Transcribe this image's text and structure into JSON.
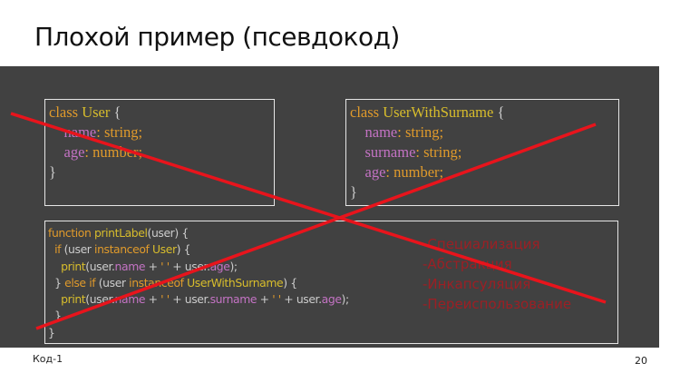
{
  "slide": {
    "title": "Плохой пример (псевдокод)",
    "footer_label": "Код-1",
    "page_number": "20"
  },
  "code_user": [
    [
      [
        "kw",
        "class "
      ],
      [
        "ty",
        "User "
      ],
      [
        "pl",
        "{"
      ]
    ],
    [
      [
        "pl",
        "    "
      ],
      [
        "pr",
        "name"
      ],
      [
        "kw",
        ": string;"
      ]
    ],
    [
      [
        "pl",
        "    "
      ],
      [
        "pr",
        "age"
      ],
      [
        "kw",
        ": number;"
      ]
    ],
    [
      [
        "pl",
        "}"
      ]
    ]
  ],
  "code_user_with_surname": [
    [
      [
        "kw",
        "class "
      ],
      [
        "ty",
        "UserWithSurname "
      ],
      [
        "pl",
        "{"
      ]
    ],
    [
      [
        "pl",
        "    "
      ],
      [
        "pr",
        "name"
      ],
      [
        "kw",
        ": string;"
      ]
    ],
    [
      [
        "pl",
        "    "
      ],
      [
        "pr",
        "surname"
      ],
      [
        "kw",
        ": string;"
      ]
    ],
    [
      [
        "pl",
        "    "
      ],
      [
        "pr",
        "age"
      ],
      [
        "kw",
        ": number;"
      ]
    ],
    [
      [
        "pl",
        "}"
      ]
    ]
  ],
  "code_function": [
    [
      [
        "kw",
        "function "
      ],
      [
        "ty",
        "printLabel"
      ],
      [
        "pl",
        "(user) {"
      ]
    ],
    [
      [
        "pl",
        "  "
      ],
      [
        "kw",
        "if "
      ],
      [
        "pl",
        "(user "
      ],
      [
        "kw",
        "instanceof "
      ],
      [
        "ty",
        "User"
      ],
      [
        "pl",
        ") {"
      ]
    ],
    [
      [
        "pl",
        "    "
      ],
      [
        "ty",
        "print"
      ],
      [
        "pl",
        "(user."
      ],
      [
        "pr",
        "name"
      ],
      [
        "pl",
        " + "
      ],
      [
        "st",
        "' '"
      ],
      [
        "pl",
        " + user."
      ],
      [
        "pr",
        "age"
      ],
      [
        "pl",
        ");"
      ]
    ],
    [
      [
        "pl",
        "  } "
      ],
      [
        "kw",
        "else if "
      ],
      [
        "pl",
        "(user "
      ],
      [
        "kw",
        "instanceof "
      ],
      [
        "ty",
        "UserWithSurname"
      ],
      [
        "pl",
        ") {"
      ]
    ],
    [
      [
        "pl",
        "    "
      ],
      [
        "ty",
        "print"
      ],
      [
        "pl",
        "(user."
      ],
      [
        "pr",
        "name"
      ],
      [
        "pl",
        " + "
      ],
      [
        "st",
        "' '"
      ],
      [
        "pl",
        " + user."
      ],
      [
        "pr",
        "surname"
      ],
      [
        "pl",
        " + "
      ],
      [
        "st",
        "' '"
      ],
      [
        "pl",
        " + user."
      ],
      [
        "pr",
        "age"
      ],
      [
        "pl",
        ");"
      ]
    ],
    [
      [
        "pl",
        "  }"
      ]
    ],
    [
      [
        "pl",
        "}"
      ]
    ]
  ],
  "notes": [
    "-Специализация",
    "-Абстракция",
    "-Инкапсуляция",
    "-Переиспользование"
  ],
  "colors": {
    "cross": "#e8141c",
    "panel": "#414141"
  }
}
